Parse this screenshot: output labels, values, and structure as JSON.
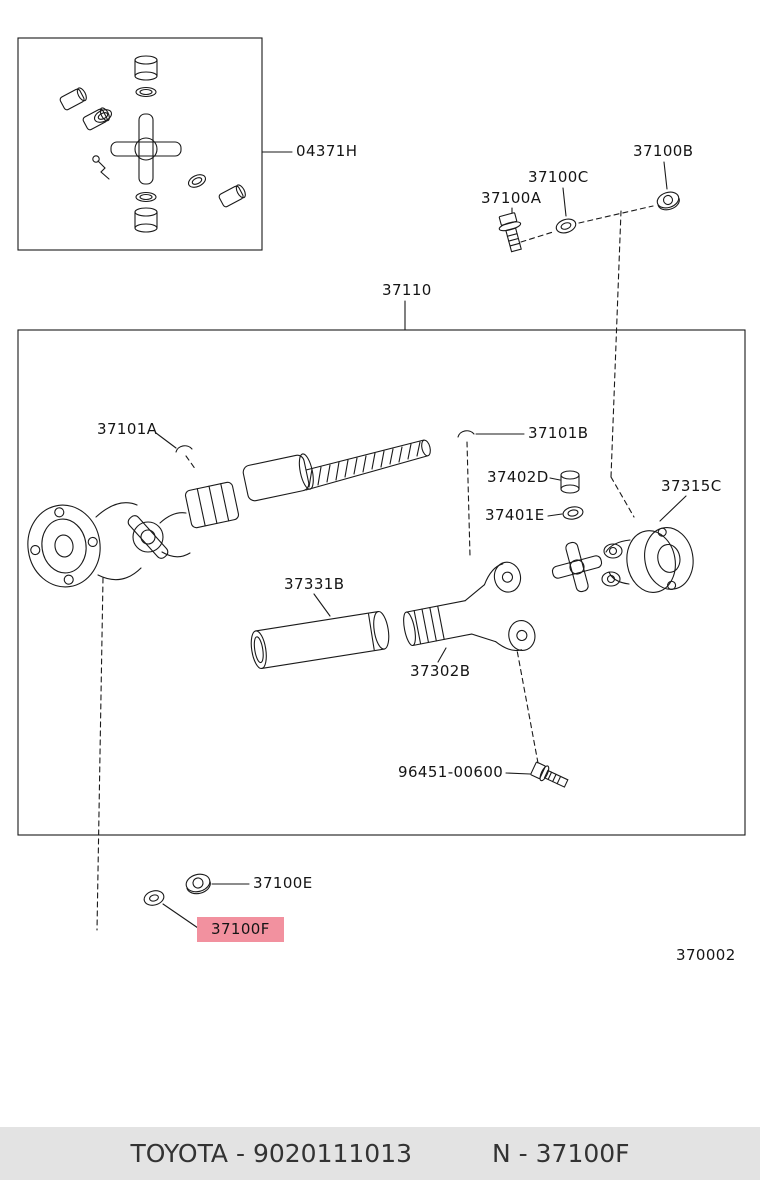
{
  "page": {
    "number": "370002"
  },
  "footer": {
    "catalog_code": "TOYOTA - 9020111013",
    "part_ref": "N - 37100F"
  },
  "highlighted_part": "37100F",
  "colors": {
    "line": "#1a1a1a",
    "highlight_bg": "#f2919f",
    "footer_bg": "#e3e3e3",
    "background": "#ffffff"
  },
  "labels": {
    "l04371h": "04371H",
    "l37100a": "37100A",
    "l37100b": "37100B",
    "l37100c": "37100C",
    "l37110": "37110",
    "l37101a": "37101A",
    "l37101b": "37101B",
    "l37402d": "37402D",
    "l37401e": "37401E",
    "l37315c": "37315C",
    "l37331b": "37331B",
    "l37302b": "37302B",
    "l96451_00600": "96451-00600",
    "l37100e": "37100E",
    "l37100f": "37100F"
  }
}
